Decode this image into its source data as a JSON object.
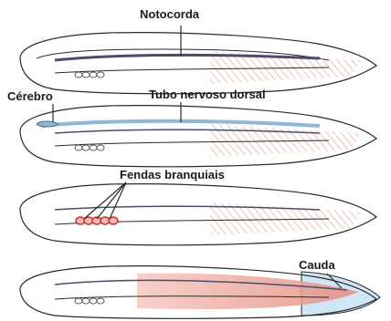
{
  "labels": {
    "notochord": "Notocorda",
    "brain": "Cérebro",
    "nerve_cord": "Tubo nervoso dorsal",
    "gill_slits": "Fendas branquiais",
    "tail": "Cauda"
  },
  "colors": {
    "outline": "#2a2a2a",
    "notochord": "#4a4e6a",
    "nerve_cord": "#8fb8d8",
    "gill_slits": "#c0302a",
    "muscle": "#e9a79a",
    "tail": "#cfe6f5"
  }
}
